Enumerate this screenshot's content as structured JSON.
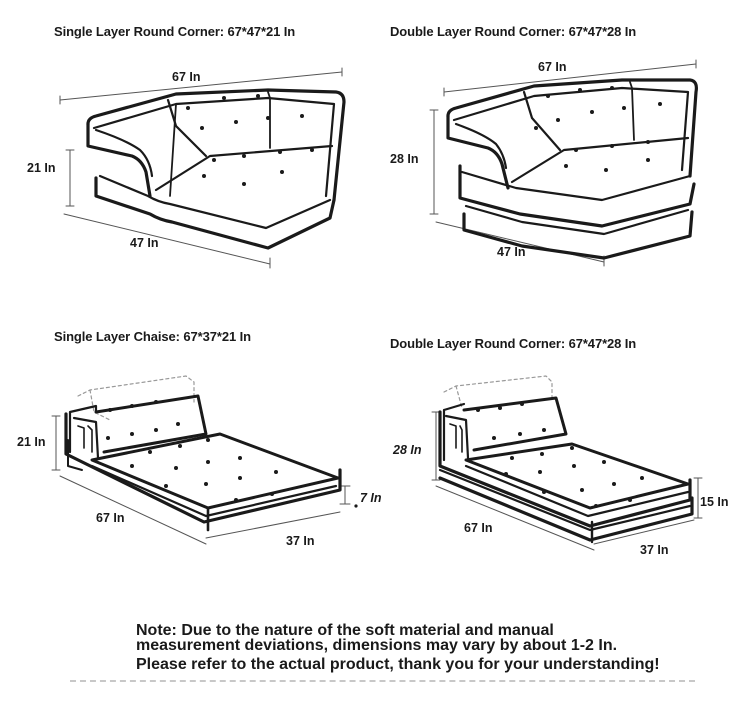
{
  "panels": [
    {
      "title": "Single Layer Round Corner: 67*47*21 In",
      "dims": {
        "width": "67 In",
        "height": "21 In",
        "depth": "47 In"
      }
    },
    {
      "title": "Double Layer Round Corner: 67*47*28 In",
      "dims": {
        "width": "67 In",
        "height": "28 In",
        "depth": "47 In"
      }
    },
    {
      "title": "Single Layer Chaise: 67*37*21 In",
      "dims": {
        "height": "21 In",
        "length": "67 In",
        "width": "37 In",
        "base": "7 In"
      }
    },
    {
      "title": "Double Layer Round Corner: 67*47*28 In",
      "dims": {
        "height": "28 In",
        "length": "67 In",
        "width": "37 In",
        "base": "15 In"
      }
    }
  ],
  "note": {
    "line1": "Note: Due to the nature of the soft material and manual",
    "line2": "measurement deviations, dimensions may vary by about 1-2 In.",
    "line3": "Please refer to the actual product, thank you for your understanding!"
  },
  "colors": {
    "ink": "#1a1a1a",
    "guide": "#555555",
    "dashed": "#999999",
    "rule": "#c8c8c8"
  }
}
